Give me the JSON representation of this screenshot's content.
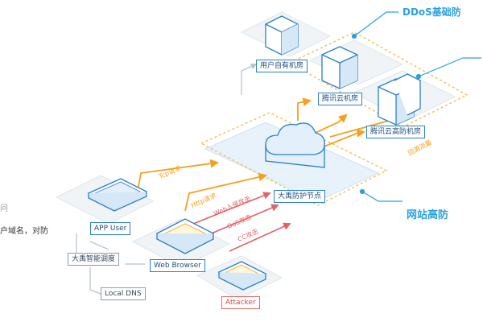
{
  "callouts": {
    "ddos_base": "DDoS基础防",
    "website": "网站高防"
  },
  "side_text": {
    "question": "问",
    "description": "户域名，对防"
  },
  "nodes": {
    "own_datacenter": "用户自有机房",
    "tencent_cloud_datacenter": "腾讯云机房",
    "tencent_high_defense_datacenter": "腾讯云高防机房",
    "defense_node": "大禹防护节点",
    "app_user": "APP User",
    "web_browser": "Web Browser",
    "attacker": "Attacker",
    "smart_scheduling": "大禹智能调度",
    "local_dns": "Local DNS"
  },
  "flows": {
    "tcp": "Tcp请求",
    "http": "Http请求",
    "web_attack": "Web入侵攻击",
    "dos_attack": "DoS攻击",
    "cc_attack": "CC攻击",
    "return_traffic": "回源流量"
  },
  "colors": {
    "accent_blue": "#2aa0e0",
    "border_blue": "#2b7fc7",
    "request_orange": "#f2a21e",
    "attack_red": "#e0646a",
    "connector_gray": "#b8c2cc"
  }
}
